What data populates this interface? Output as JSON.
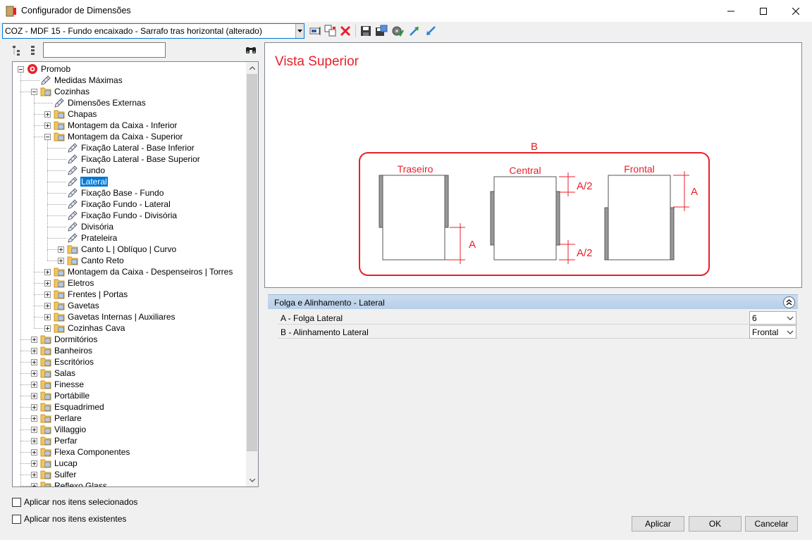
{
  "window": {
    "title": "Configurador de Dimensões",
    "minimize_glyph": "—",
    "maximize_glyph": "☐",
    "close_glyph": "✕"
  },
  "toolbar": {
    "combo_value": "COZ - MDF 15 - Fundo encaixado - Sarrafo tras horizontal (alterado)",
    "icons": [
      "rename-icon",
      "copy-icon",
      "delete-icon",
      "save-icon",
      "save-as-icon",
      "settings-icon",
      "export-icon",
      "import-icon"
    ]
  },
  "tree": {
    "search_value": "",
    "items": [
      {
        "label": "Promob"
      },
      {
        "label": "Medidas Máximas"
      },
      {
        "label": "Cozinhas"
      },
      {
        "label": "Dimensões Externas"
      },
      {
        "label": "Chapas"
      },
      {
        "label": "Montagem da Caixa - Inferior"
      },
      {
        "label": "Montagem da Caixa - Superior"
      },
      {
        "label": "Fixação Lateral - Base Inferior"
      },
      {
        "label": "Fixação Lateral - Base Superior"
      },
      {
        "label": "Fundo"
      },
      {
        "label": "Lateral"
      },
      {
        "label": "Fixação Base - Fundo"
      },
      {
        "label": "Fixação Fundo - Lateral"
      },
      {
        "label": "Fixação Fundo - Divisória"
      },
      {
        "label": "Divisória"
      },
      {
        "label": "Prateleira"
      },
      {
        "label": "Canto L | Oblíquo | Curvo"
      },
      {
        "label": "Canto Reto"
      },
      {
        "label": "Montagem da Caixa - Despenseiros | Torres"
      },
      {
        "label": "Eletros"
      },
      {
        "label": "Frentes | Portas"
      },
      {
        "label": "Gavetas"
      },
      {
        "label": "Gavetas Internas | Auxiliares"
      },
      {
        "label": "Cozinhas Cava"
      },
      {
        "label": "Dormitórios"
      },
      {
        "label": "Banheiros"
      },
      {
        "label": "Escritórios"
      },
      {
        "label": "Salas"
      },
      {
        "label": "Finesse"
      },
      {
        "label": "Portábille"
      },
      {
        "label": "Esquadrimed"
      },
      {
        "label": "Perlare"
      },
      {
        "label": "Villaggio"
      },
      {
        "label": "Perfar"
      },
      {
        "label": "Flexa Componentes"
      },
      {
        "label": "Lucap"
      },
      {
        "label": "Sulfer"
      },
      {
        "label": "Reflexo Glass"
      }
    ]
  },
  "checkboxes": {
    "selected_items": "Aplicar nos itens selecionados",
    "existing_items": "Aplicar nos itens existentes"
  },
  "preview": {
    "title": "Vista Superior",
    "label_b": "B",
    "label_traseiro": "Traseiro",
    "label_central": "Central",
    "label_frontal": "Frontal",
    "label_a": "A",
    "label_a_half": "A/2",
    "color": "#e8202a"
  },
  "properties": {
    "header": "Folga e Alinhamento -  Lateral",
    "rows": [
      {
        "name": "A - Folga Lateral",
        "value": "6"
      },
      {
        "name": "B - Alinhamento Lateral",
        "value": "Frontal"
      }
    ]
  },
  "buttons": {
    "apply": "Aplicar",
    "ok": "OK",
    "cancel": "Cancelar"
  }
}
